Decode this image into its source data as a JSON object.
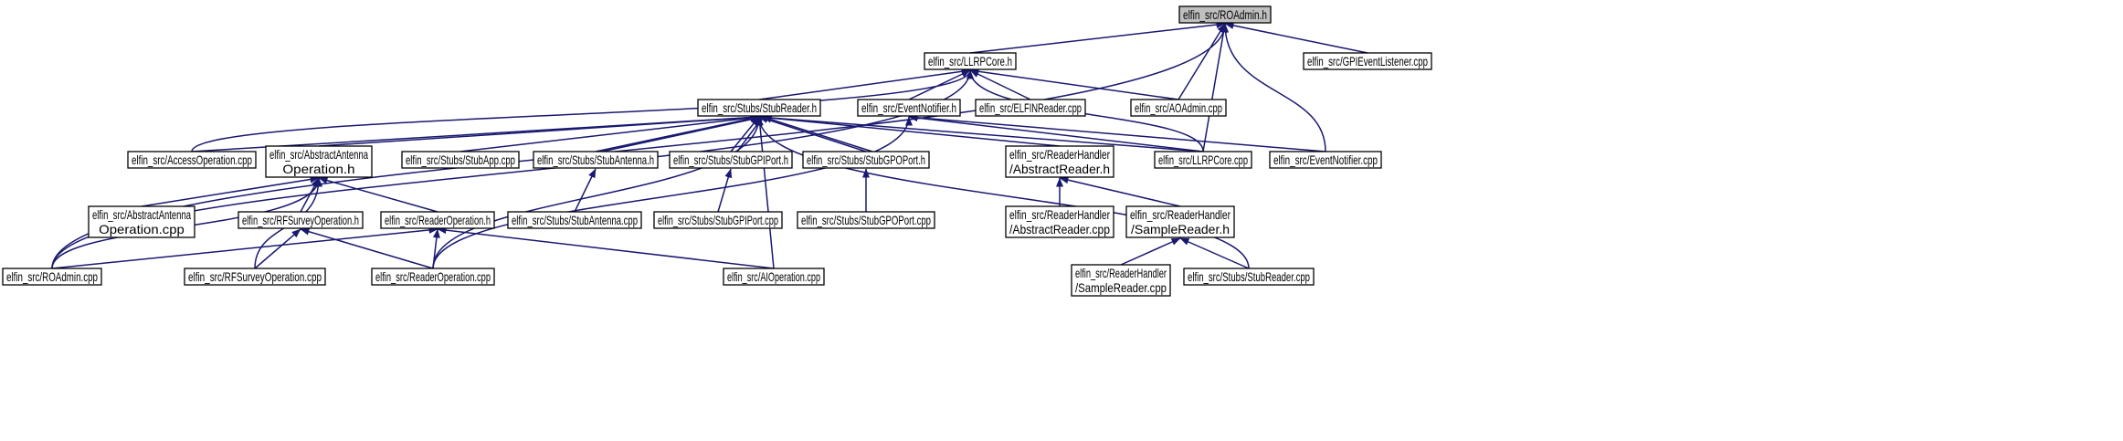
{
  "diagram": {
    "edge_color": "#191970",
    "node_fill": "#ffffff",
    "root_fill": "#bfbfbf",
    "nodes": {
      "roadmin_h": {
        "label": [
          "elfin_src/ROAdmin.h"
        ],
        "root": true
      },
      "llrpcore_h": {
        "label": [
          "elfin_src/LLRPCore.h"
        ]
      },
      "gpieventlistener_cpp": {
        "label": [
          "elfin_src/GPIEventListener.cpp"
        ]
      },
      "stubreader_h": {
        "label": [
          "elfin_src/Stubs/StubReader.h"
        ]
      },
      "eventnotifier_h": {
        "label": [
          "elfin_src/EventNotifier.h"
        ]
      },
      "elfinreader_cpp": {
        "label": [
          "elfin_src/ELFINReader.cpp"
        ]
      },
      "aoadmin_cpp": {
        "label": [
          "elfin_src/AOAdmin.cpp"
        ]
      },
      "accessoperation_cpp": {
        "label": [
          "elfin_src/AccessOperation.cpp"
        ]
      },
      "abstractantennaop_h": {
        "label": [
          "elfin_src/AbstractAntenna",
          "Operation.h"
        ]
      },
      "stubapp_cpp": {
        "label": [
          "elfin_src/Stubs/StubApp.cpp"
        ]
      },
      "stubantenna_h": {
        "label": [
          "elfin_src/Stubs/StubAntenna.h"
        ]
      },
      "stubgpiport_h": {
        "label": [
          "elfin_src/Stubs/StubGPIPort.h"
        ]
      },
      "stubgpoport_h": {
        "label": [
          "elfin_src/Stubs/StubGPOPort.h"
        ]
      },
      "abstractreader_h": {
        "label": [
          "elfin_src/ReaderHandler",
          "/AbstractReader.h"
        ]
      },
      "llrpcore_cpp": {
        "label": [
          "elfin_src/LLRPCore.cpp"
        ]
      },
      "eventnotifier_cpp": {
        "label": [
          "elfin_src/EventNotifier.cpp"
        ]
      },
      "abstractantennaop_cpp": {
        "label": [
          "elfin_src/AbstractAntenna",
          "Operation.cpp"
        ]
      },
      "rfsurveyop_h": {
        "label": [
          "elfin_src/RFSurveyOperation.h"
        ]
      },
      "readerop_h": {
        "label": [
          "elfin_src/ReaderOperation.h"
        ]
      },
      "stubantenna_cpp": {
        "label": [
          "elfin_src/Stubs/StubAntenna.cpp"
        ]
      },
      "stubgpiport_cpp": {
        "label": [
          "elfin_src/Stubs/StubGPIPort.cpp"
        ]
      },
      "stubgpoport_cpp": {
        "label": [
          "elfin_src/Stubs/StubGPOPort.cpp"
        ]
      },
      "abstractreader_cpp": {
        "label": [
          "elfin_src/ReaderHandler",
          "/AbstractReader.cpp"
        ]
      },
      "samplereader_h": {
        "label": [
          "elfin_src/ReaderHandler",
          "/SampleReader.h"
        ]
      },
      "roadmin_cpp": {
        "label": [
          "elfin_src/ROAdmin.cpp"
        ]
      },
      "rfsurveyop_cpp": {
        "label": [
          "elfin_src/RFSurveyOperation.cpp"
        ]
      },
      "readerop_cpp": {
        "label": [
          "elfin_src/ReaderOperation.cpp"
        ]
      },
      "aioperation_cpp": {
        "label": [
          "elfin_src/AIOperation.cpp"
        ]
      },
      "samplereader_cpp": {
        "label": [
          "elfin_src/ReaderHandler",
          "/SampleReader.cpp"
        ]
      },
      "stubreader_cpp": {
        "label": [
          "elfin_src/Stubs/StubReader.cpp"
        ]
      }
    },
    "edges": [
      {
        "from": "llrpcore_h",
        "to": "roadmin_h"
      },
      {
        "from": "gpieventlistener_cpp",
        "to": "roadmin_h"
      },
      {
        "from": "aoadmin_cpp",
        "to": "roadmin_h"
      },
      {
        "from": "llrpcore_cpp",
        "to": "roadmin_h"
      },
      {
        "from": "eventnotifier_cpp",
        "to": "roadmin_h"
      },
      {
        "from": "roadmin_cpp",
        "to": "roadmin_h"
      },
      {
        "from": "stubreader_h",
        "to": "llrpcore_h"
      },
      {
        "from": "eventnotifier_h",
        "to": "llrpcore_h"
      },
      {
        "from": "elfinreader_cpp",
        "to": "llrpcore_h"
      },
      {
        "from": "aoadmin_cpp",
        "to": "llrpcore_h"
      },
      {
        "from": "llrpcore_cpp",
        "to": "llrpcore_h"
      },
      {
        "from": "accessoperation_cpp",
        "to": "llrpcore_h"
      },
      {
        "from": "roadmin_cpp",
        "to": "llrpcore_h"
      },
      {
        "from": "accessoperation_cpp",
        "to": "stubreader_h"
      },
      {
        "from": "abstractantennaop_h",
        "to": "stubreader_h"
      },
      {
        "from": "stubapp_cpp",
        "to": "stubreader_h"
      },
      {
        "from": "stubantenna_h",
        "to": "stubreader_h"
      },
      {
        "from": "stubantenna_h",
        "to": "stubreader_h"
      },
      {
        "from": "stubgpiport_h",
        "to": "stubreader_h"
      },
      {
        "from": "stubgpiport_h",
        "to": "stubreader_h"
      },
      {
        "from": "stubgpoport_h",
        "to": "stubreader_h"
      },
      {
        "from": "stubgpoport_h",
        "to": "stubreader_h"
      },
      {
        "from": "abstractreader_h",
        "to": "stubreader_h"
      },
      {
        "from": "llrpcore_cpp",
        "to": "stubreader_h"
      },
      {
        "from": "stubreader_cpp",
        "to": "stubreader_h"
      },
      {
        "from": "readerop_cpp",
        "to": "stubreader_h"
      },
      {
        "from": "aioperation_cpp",
        "to": "stubreader_h"
      },
      {
        "from": "llrpcore_cpp",
        "to": "eventnotifier_h"
      },
      {
        "from": "eventnotifier_cpp",
        "to": "eventnotifier_h"
      },
      {
        "from": "readerop_cpp",
        "to": "eventnotifier_h"
      },
      {
        "from": "abstractantennaop_cpp",
        "to": "abstractantennaop_h"
      },
      {
        "from": "rfsurveyop_h",
        "to": "abstractantennaop_h"
      },
      {
        "from": "readerop_h",
        "to": "abstractantennaop_h"
      },
      {
        "from": "roadmin_cpp",
        "to": "abstractantennaop_h"
      },
      {
        "from": "rfsurveyop_cpp",
        "to": "abstractantennaop_h"
      },
      {
        "from": "stubantenna_cpp",
        "to": "stubantenna_h"
      },
      {
        "from": "stubgpiport_cpp",
        "to": "stubgpiport_h"
      },
      {
        "from": "stubgpoport_cpp",
        "to": "stubgpoport_h"
      },
      {
        "from": "abstractreader_cpp",
        "to": "abstractreader_h"
      },
      {
        "from": "samplereader_h",
        "to": "abstractreader_h"
      },
      {
        "from": "samplereader_cpp",
        "to": "samplereader_h"
      },
      {
        "from": "stubreader_cpp",
        "to": "samplereader_h"
      },
      {
        "from": "rfsurveyop_cpp",
        "to": "rfsurveyop_h"
      },
      {
        "from": "readerop_cpp",
        "to": "rfsurveyop_h"
      },
      {
        "from": "roadmin_cpp",
        "to": "readerop_h"
      },
      {
        "from": "readerop_cpp",
        "to": "readerop_h"
      },
      {
        "from": "aioperation_cpp",
        "to": "readerop_h"
      }
    ]
  }
}
